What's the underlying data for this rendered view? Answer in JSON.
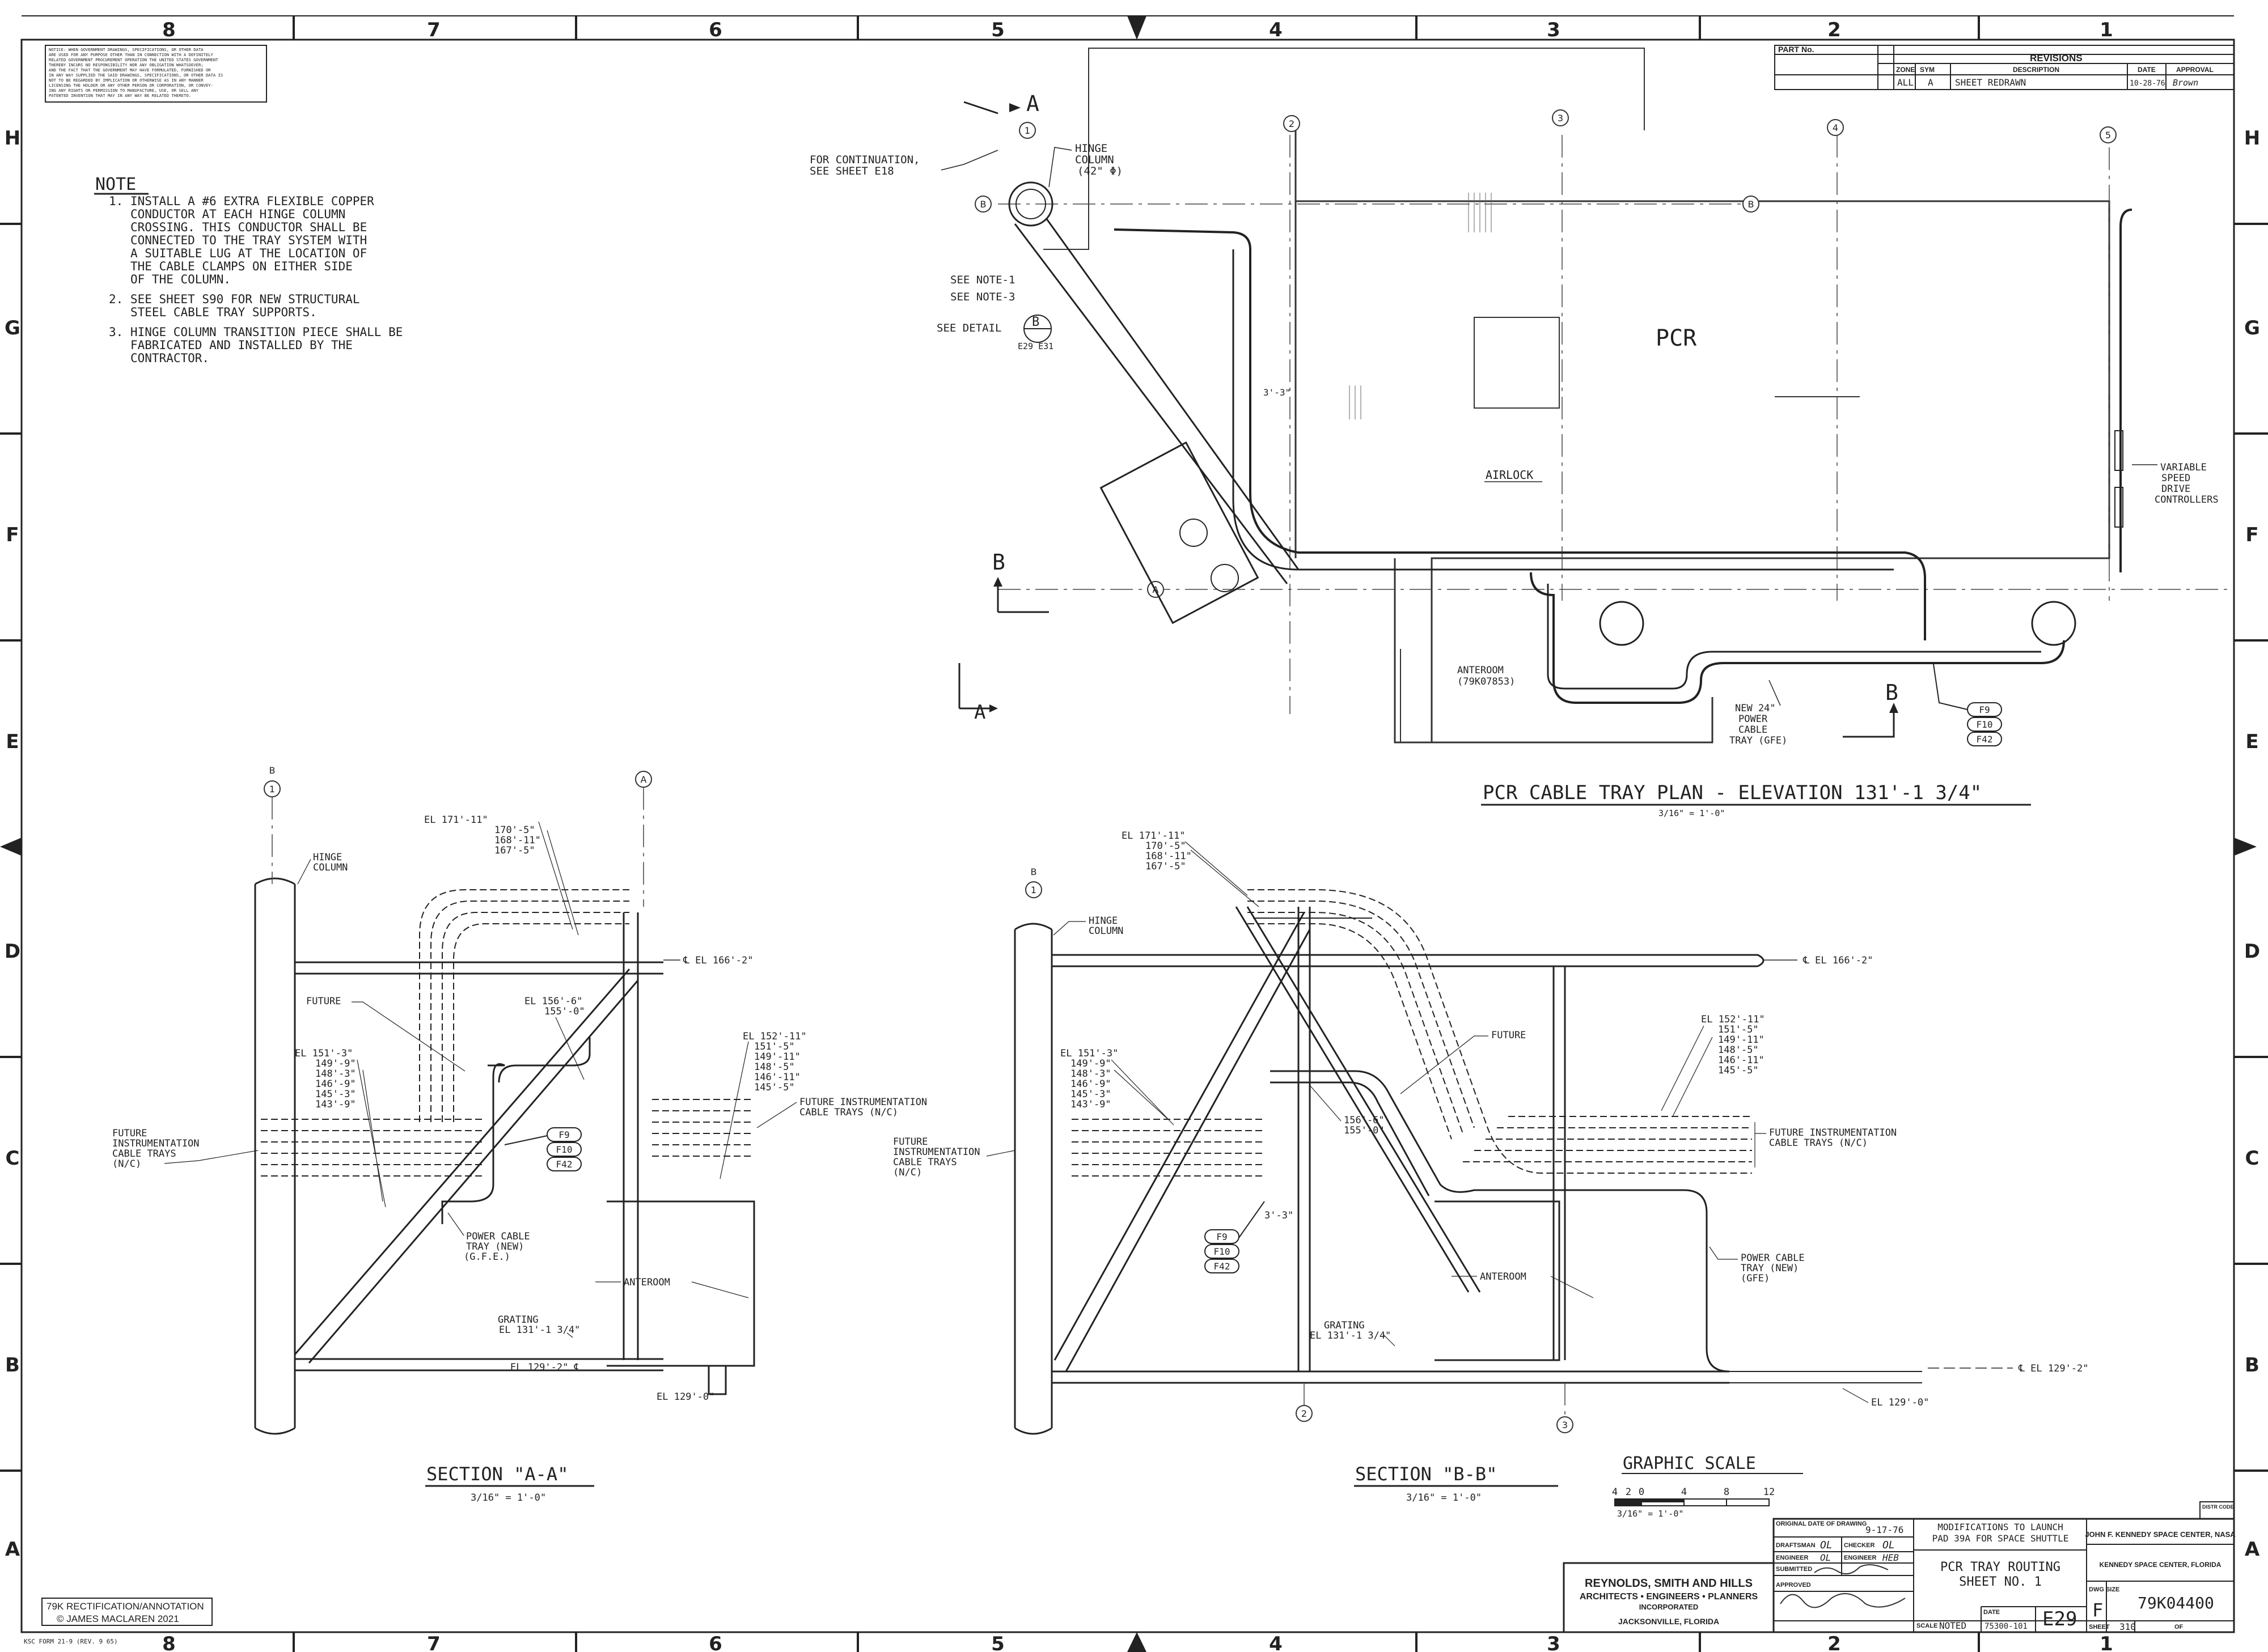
{
  "border": {
    "top_cols": [
      "8",
      "7",
      "6",
      "5",
      "4",
      "3",
      "2",
      "1"
    ],
    "bottom_cols": [
      "8",
      "7",
      "6",
      "5",
      "4",
      "3",
      "2",
      "1"
    ],
    "left_rows": [
      "H",
      "G",
      "F",
      "E",
      "D",
      "C",
      "B",
      "A"
    ],
    "right_rows": [
      "H",
      "G",
      "F",
      "E",
      "D",
      "C",
      "B",
      "A"
    ]
  },
  "gov_notice": [
    "NOTICE: WHEN GOVERNMENT DRAWINGS, SPECIFICATIONS, OR OTHER DATA",
    "ARE USED FOR ANY PURPOSE OTHER THAN IN CONNECTION WITH A DEFINITELY",
    "RELATED GOVERNMENT PROCUREMENT OPERATION THE UNITED STATES GOVERNMENT",
    "THEREBY INCURS NO RESPONSIBILITY NOR ANY OBLIGATION WHATSOEVER;",
    "AND THE FACT THAT THE GOVERNMENT MAY HAVE FORMULATED, FURNISHED OR",
    "IN ANY WAY SUPPLIED THE SAID DRAWINGS, SPECIFICATIONS, OR OTHER DATA IS",
    "NOT TO BE REGARDED BY IMPLICATION OR OTHERWISE AS IN ANY MANNER",
    "LICENSING THE HOLDER OR ANY OTHER PERSON OR CORPORATION, OR CONVEY-",
    "ING ANY RIGHTS OR PERMISSION TO MANUFACTURE, USE, OR SELL ANY",
    "PATENTED INVENTION THAT MAY IN ANY WAY BE RELATED THERETO."
  ],
  "notes": {
    "heading": "NOTE",
    "items": [
      [
        "1. INSTALL A #6 EXTRA FLEXIBLE COPPER",
        "CONDUCTOR AT EACH HINGE COLUMN",
        "CROSSING. THIS CONDUCTOR SHALL BE",
        "CONNECTED TO THE TRAY SYSTEM WITH",
        "A SUITABLE LUG AT THE LOCATION OF",
        "THE CABLE CLAMPS ON EITHER SIDE",
        "OF THE COLUMN."
      ],
      [
        "2. SEE SHEET S90 FOR NEW STRUCTURAL",
        "STEEL CABLE TRAY SUPPORTS."
      ],
      [
        "3. HINGE COLUMN TRANSITION PIECE SHALL BE",
        "FABRICATED AND INSTALLED BY THE",
        "CONTRACTOR."
      ]
    ]
  },
  "revisions": {
    "part_no": "PART No.",
    "title": "REVISIONS",
    "headers": [
      "ZONE",
      "SYM",
      "DESCRIPTION",
      "DATE",
      "APPROVAL"
    ],
    "row": {
      "zone": "ALL",
      "sym": "A",
      "desc": "SHEET REDRAWN",
      "date": "10-28-76",
      "approval": "Brown"
    }
  },
  "plan": {
    "title": "PCR CABLE TRAY PLAN - ELEVATION 131'-1 3/4\"",
    "scale": "3/16\" = 1'-0\"",
    "room_pcr": "PCR",
    "room_airlock": "AIRLOCK",
    "anteroom": [
      "ANTEROOM",
      "(79K07853)"
    ],
    "continuation": [
      "FOR CONTINUATION,",
      "SEE SHEET E18"
    ],
    "hinge": [
      "HINGE",
      "COLUMN",
      "(42\" Φ)"
    ],
    "see_note1": "SEE NOTE-1",
    "see_note3": "SEE NOTE-3",
    "see_detail": "SEE DETAIL",
    "detail_top": "B",
    "detail_bot": "E29 E31",
    "new_tray": [
      "NEW 24\"",
      "POWER",
      "CABLE",
      "TRAY (GFE)"
    ],
    "vsd": [
      "VARIABLE",
      "SPEED",
      "DRIVE",
      "CONTROLLERS"
    ],
    "fs": [
      "F9",
      "F10",
      "F42"
    ],
    "grid": [
      "1",
      "2",
      "3",
      "4",
      "5",
      "A",
      "B",
      "B"
    ],
    "sec_a": "A",
    "sec_b": "B",
    "dim": "3'-3\""
  },
  "section_aa": {
    "title": "SECTION \"A-A\"",
    "scale": "3/16\" = 1'-0\"",
    "grid_b": "B",
    "grid_b_num": "1",
    "grid_a": "A",
    "el_top": [
      "EL 171'-11\"",
      "170'-5\"",
      "168'-11\"",
      "167'-5\""
    ],
    "el_166": "℄ EL 166'-2\"",
    "future": "FUTURE",
    "el_156": [
      "EL 156'-6\"",
      "155'-0\""
    ],
    "el_left": [
      "EL 151'-3\"",
      "149'-9\"",
      "148'-3\"",
      "146'-9\"",
      "145'-3\"",
      "143'-9\""
    ],
    "el_right": [
      "EL 152'-11\"",
      "151'-5\"",
      "149'-11\"",
      "148'-5\"",
      "146'-11\"",
      "145'-5\""
    ],
    "future_left": [
      "FUTURE",
      "INSTRUMENTATION",
      "CABLE TRAYS",
      "(N/C)"
    ],
    "future_right": [
      "FUTURE INSTRUMENTATION",
      "CABLE TRAYS (N/C)"
    ],
    "hinge": [
      "HINGE",
      "COLUMN"
    ],
    "fs": [
      "F9",
      "F10",
      "F42"
    ],
    "power": [
      "POWER CABLE",
      "TRAY (NEW)",
      "(G.F.E.)"
    ],
    "anteroom": "ANTEROOM",
    "grating": [
      "GRATING",
      "EL 131'-1 3/4\""
    ],
    "el_129": "EL 129'-2\" ℄",
    "el_129_0": "EL 129'-0\""
  },
  "section_bb": {
    "title": "SECTION \"B-B\"",
    "scale": "3/16\" = 1'-0\"",
    "grid_b": "B",
    "grid_b_num": "1",
    "el_top": [
      "EL 171'-11\"",
      "170'-5\"",
      "168'-11\"",
      "167'-5\""
    ],
    "el_166": "℄ EL 166'-2\"",
    "future": "FUTURE",
    "el_156": [
      "156'-6\"",
      "155'-0\""
    ],
    "el_left": [
      "EL 151'-3\"",
      "149'-9\"",
      "148'-3\"",
      "146'-9\"",
      "145'-3\"",
      "143'-9\""
    ],
    "el_right": [
      "EL 152'-11\"",
      "151'-5\"",
      "149'-11\"",
      "148'-5\"",
      "146'-11\"",
      "145'-5\""
    ],
    "future_left": [
      "FUTURE",
      "INSTRUMENTATION",
      "CABLE TRAYS",
      "(N/C)"
    ],
    "future_right": [
      "FUTURE INSTRUMENTATION",
      "CABLE TRAYS (N/C)"
    ],
    "hinge": [
      "HINGE",
      "COLUMN"
    ],
    "fs": [
      "F9",
      "F10",
      "F42"
    ],
    "power": [
      "POWER CABLE",
      "TRAY (NEW)",
      "(GFE)"
    ],
    "anteroom": "ANTEROOM",
    "grating": [
      "GRATING",
      "EL 131'-1 3/4\""
    ],
    "el_129": "℄ EL 129'-2\"",
    "el_129_0": "EL 129'-0\"",
    "dim": "3'-3\"",
    "grid_2": "2",
    "grid_3": "3"
  },
  "graphic_scale": {
    "title": "GRAPHIC SCALE",
    "ticks": [
      "4",
      "2",
      "0",
      "4",
      "8",
      "12"
    ],
    "scale": "3/16\" = 1'-0\""
  },
  "title_block": {
    "firm": [
      "REYNOLDS, SMITH AND HILLS",
      "ARCHITECTS • ENGINEERS • PLANNERS",
      "INCORPORATED",
      "JACKSONVILLE, FLORIDA"
    ],
    "orig_date_label": "ORIGINAL DATE OF DRAWING",
    "orig_date": "9-17-76",
    "drafter_label": "DRAFTSMAN",
    "drafter": "OL",
    "checker_label": "CHECKER",
    "checker": "OL",
    "engineer_label": "ENGINEER",
    "engineer": "OL",
    "engineer2_label": "ENGINEER",
    "engineer2": "HEB",
    "submitted_label": "SUBMITTED",
    "approved_label": "APPROVED",
    "project": [
      "MODIFICATIONS TO LAUNCH",
      "PAD 39A FOR SPACE SHUTTLE"
    ],
    "sheet_title": [
      "PCR TRAY ROUTING",
      "SHEET NO. 1"
    ],
    "agency": "JOHN F. KENNEDY SPACE CENTER, NASA",
    "agency2": "KENNEDY SPACE CENTER, FLORIDA",
    "dwg_size_label": "DWG SIZE",
    "dwg_size": "F",
    "dwg_no": "79K04400",
    "scale_label": "SCALE",
    "scale": "NOTED",
    "date_label": "DATE",
    "job": "75300-101",
    "sheet_code": "E29",
    "sheet_label": "SHEET",
    "sheet_no": "310",
    "of_label": "OF",
    "dist_code": "DISTR CODE"
  },
  "footer": {
    "rect1": "79K RECTIFICATION/ANNOTATION",
    "rect2": "© JAMES MACLAREN 2021",
    "form": "KSC FORM 21-9 (REV. 9 65)"
  }
}
